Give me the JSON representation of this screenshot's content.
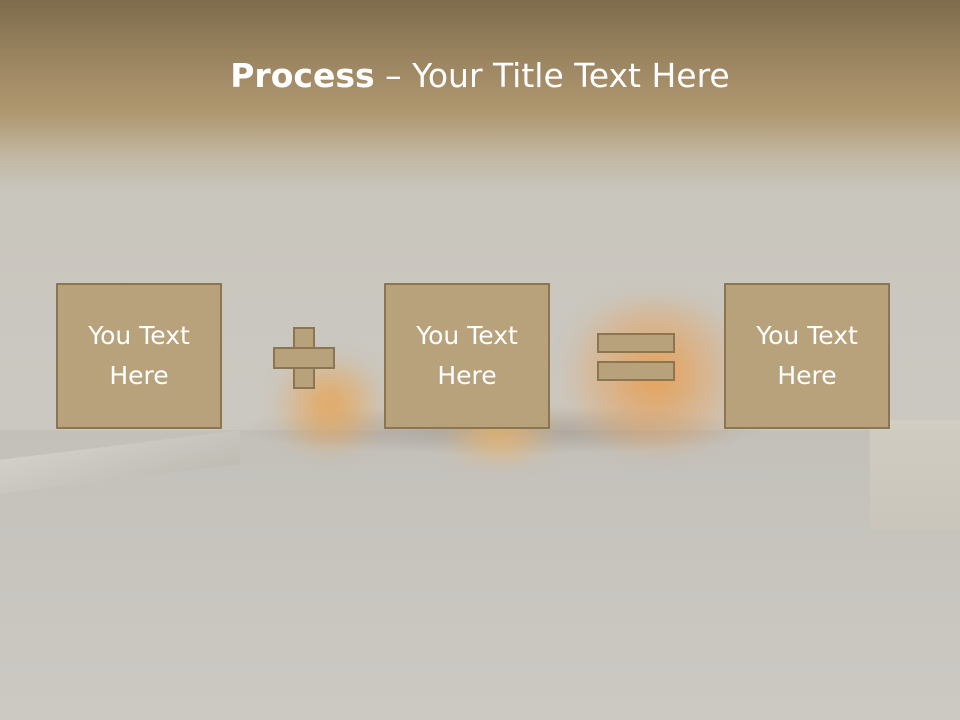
{
  "slide": {
    "title_bold": "Process",
    "title_rest": " – Your Title Text Here",
    "boxes": [
      {
        "text": "You Text Here"
      },
      {
        "text": "You Text Here"
      },
      {
        "text": "You Text Here"
      }
    ],
    "operators": [
      "plus-icon",
      "equals-icon"
    ],
    "colors": {
      "header": "#9a8460",
      "box_fill": "#b8a27c",
      "box_border": "#8c7651",
      "text": "#ffffff"
    }
  }
}
